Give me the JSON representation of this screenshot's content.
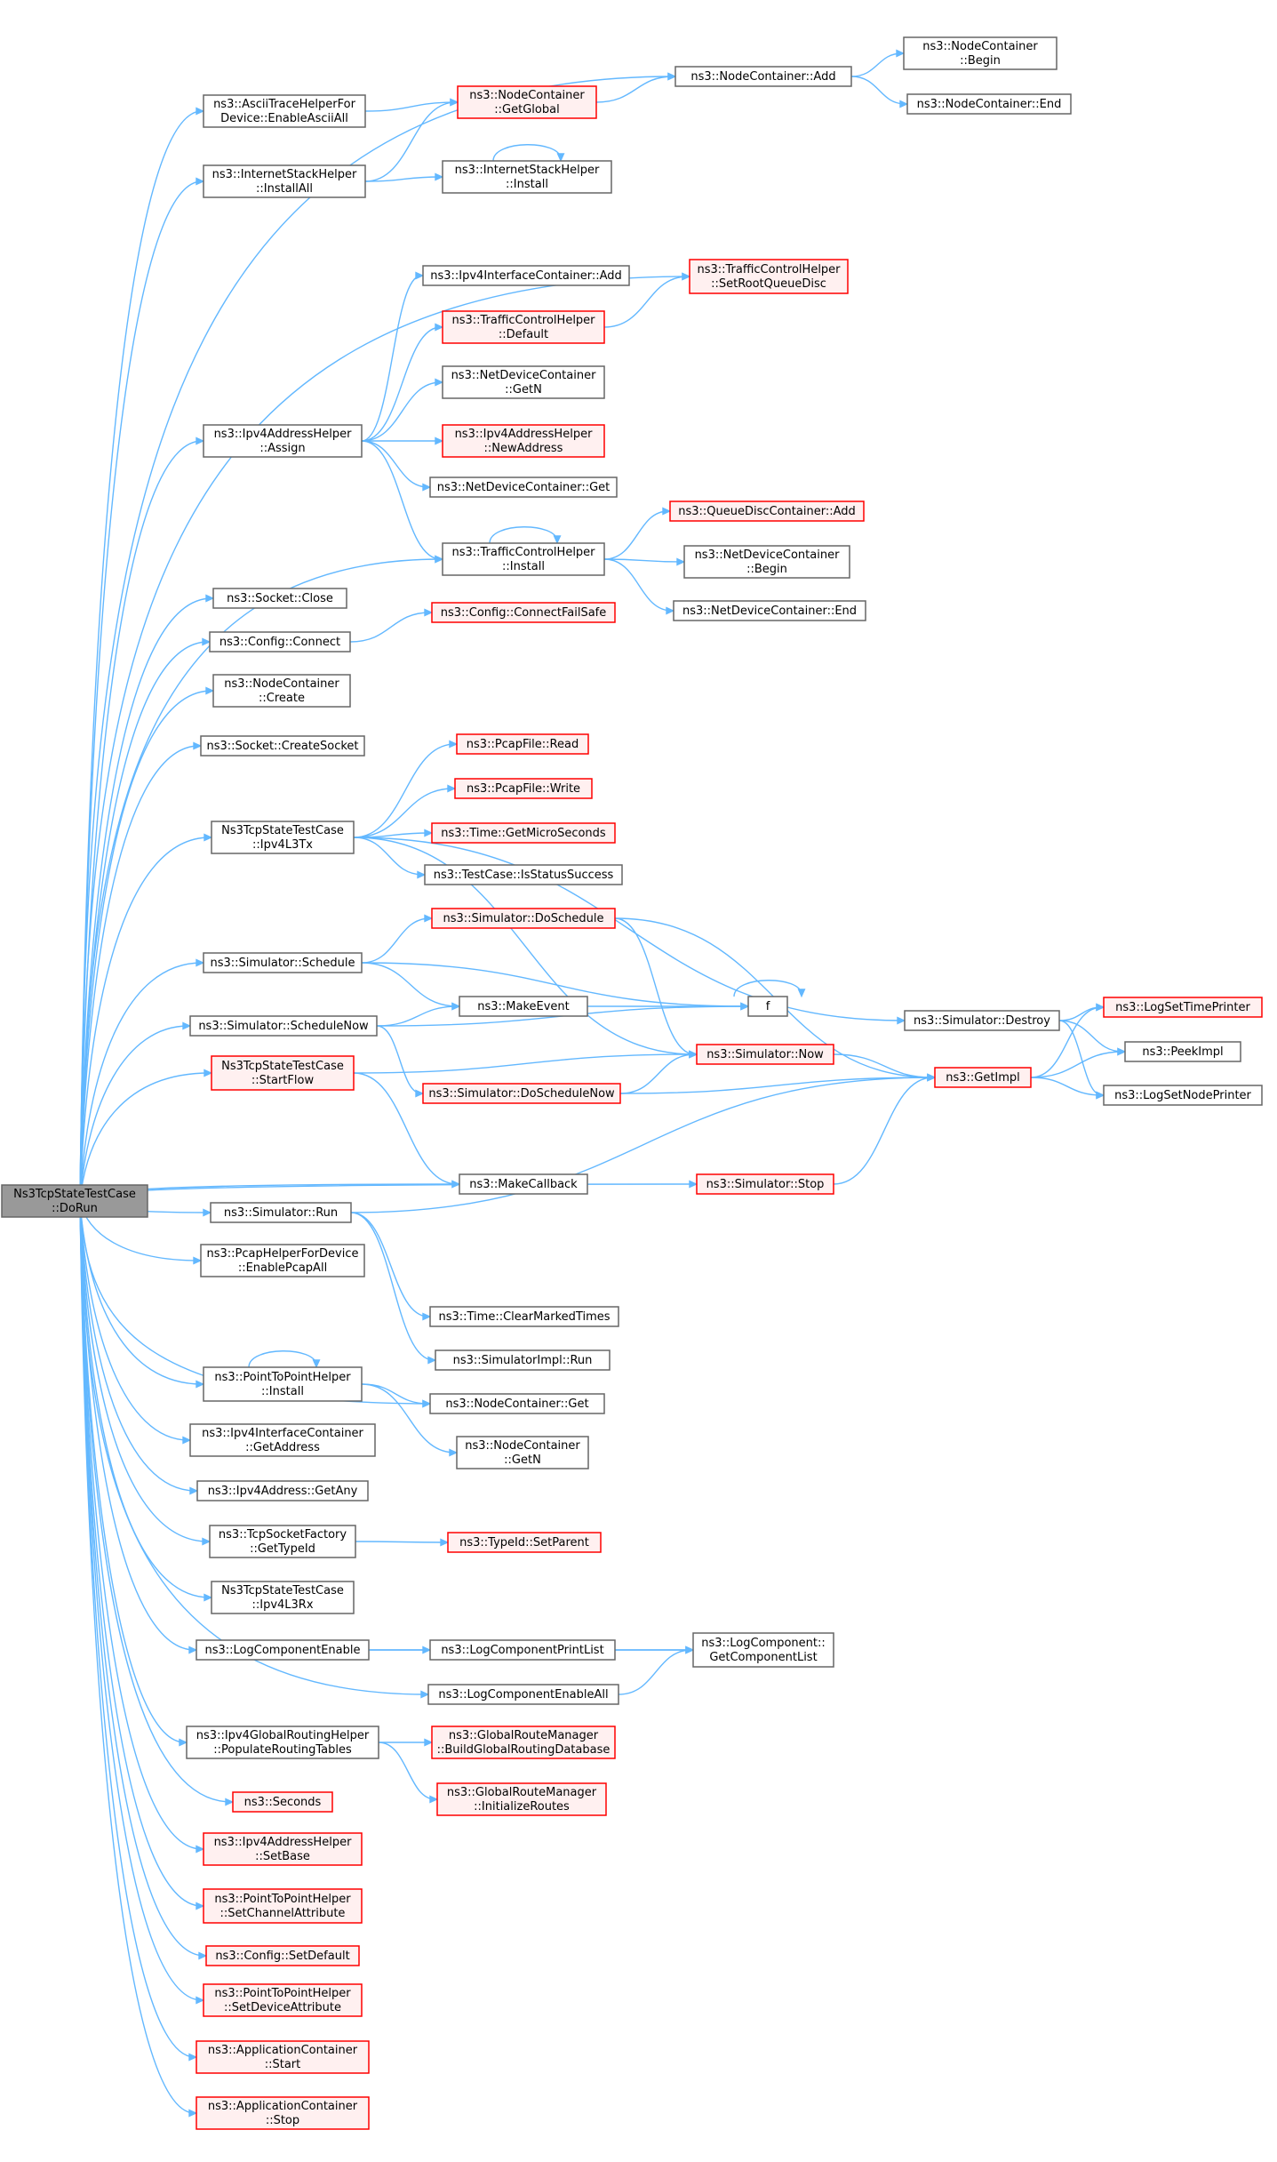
{
  "colors": {
    "edge": "#63b8ff",
    "normal_fill": "#ffffff",
    "normal_border": "#666666",
    "root_fill": "#999999",
    "root_border": "#666666",
    "truncated_fill": "#fff0f0",
    "truncated_border": "#ff0000"
  },
  "nodes": [
    {
      "id": "root",
      "lines": [
        "Ns3TcpStateTestCase",
        "::DoRun"
      ],
      "style": "root"
    },
    {
      "id": "ascii",
      "lines": [
        "ns3::AsciiTraceHelperFor",
        "Device::EnableAsciiAll"
      ],
      "style": "normal"
    },
    {
      "id": "getglobal",
      "lines": [
        "ns3::NodeContainer",
        "::GetGlobal"
      ],
      "style": "truncated"
    },
    {
      "id": "ncadd",
      "lines": [
        "ns3::NodeContainer::Add"
      ],
      "style": "normal"
    },
    {
      "id": "ncbegin",
      "lines": [
        "ns3::NodeContainer",
        "::Begin"
      ],
      "style": "normal"
    },
    {
      "id": "ncend",
      "lines": [
        "ns3::NodeContainer::End"
      ],
      "style": "normal"
    },
    {
      "id": "isinstallall",
      "lines": [
        "ns3::InternetStackHelper",
        "::InstallAll"
      ],
      "style": "normal"
    },
    {
      "id": "isinstall",
      "lines": [
        "ns3::InternetStackHelper",
        "::Install"
      ],
      "style": "normal"
    },
    {
      "id": "tcsetroot",
      "lines": [
        "ns3::TrafficControlHelper",
        "::SetRootQueueDisc"
      ],
      "style": "truncated"
    },
    {
      "id": "ipv4icadd",
      "lines": [
        "ns3::Ipv4InterfaceContainer::Add"
      ],
      "style": "normal"
    },
    {
      "id": "tcdefault",
      "lines": [
        "ns3::TrafficControlHelper",
        "::Default"
      ],
      "style": "truncated"
    },
    {
      "id": "ndcgetn",
      "lines": [
        "ns3::NetDeviceContainer",
        "::GetN"
      ],
      "style": "normal"
    },
    {
      "id": "ipv4assign",
      "lines": [
        "ns3::Ipv4AddressHelper",
        "::Assign"
      ],
      "style": "normal"
    },
    {
      "id": "newaddr",
      "lines": [
        "ns3::Ipv4AddressHelper",
        "::NewAddress"
      ],
      "style": "truncated"
    },
    {
      "id": "ndcget",
      "lines": [
        "ns3::NetDeviceContainer::Get"
      ],
      "style": "normal"
    },
    {
      "id": "qdcadd",
      "lines": [
        "ns3::QueueDiscContainer::Add"
      ],
      "style": "truncated"
    },
    {
      "id": "tcinstall",
      "lines": [
        "ns3::TrafficControlHelper",
        "::Install"
      ],
      "style": "normal"
    },
    {
      "id": "ndcbegin",
      "lines": [
        "ns3::NetDeviceContainer",
        "::Begin"
      ],
      "style": "normal"
    },
    {
      "id": "ndcend",
      "lines": [
        "ns3::NetDeviceContainer::End"
      ],
      "style": "normal"
    },
    {
      "id": "sockclose",
      "lines": [
        "ns3::Socket::Close"
      ],
      "style": "normal"
    },
    {
      "id": "cfgconnect",
      "lines": [
        "ns3::Config::Connect"
      ],
      "style": "normal"
    },
    {
      "id": "cfgfailsafe",
      "lines": [
        "ns3::Config::ConnectFailSafe"
      ],
      "style": "truncated"
    },
    {
      "id": "nccreate",
      "lines": [
        "ns3::NodeContainer",
        "::Create"
      ],
      "style": "normal"
    },
    {
      "id": "createsock",
      "lines": [
        "ns3::Socket::CreateSocket"
      ],
      "style": "normal"
    },
    {
      "id": "pcapread",
      "lines": [
        "ns3::PcapFile::Read"
      ],
      "style": "truncated"
    },
    {
      "id": "pcapwrite",
      "lines": [
        "ns3::PcapFile::Write"
      ],
      "style": "truncated"
    },
    {
      "id": "ipv4l3tx",
      "lines": [
        "Ns3TcpStateTestCase",
        "::Ipv4L3Tx"
      ],
      "style": "normal"
    },
    {
      "id": "getmicro",
      "lines": [
        "ns3::Time::GetMicroSeconds"
      ],
      "style": "truncated"
    },
    {
      "id": "isstatus",
      "lines": [
        "ns3::TestCase::IsStatusSuccess"
      ],
      "style": "normal"
    },
    {
      "id": "doschedule",
      "lines": [
        "ns3::Simulator::DoSchedule"
      ],
      "style": "truncated"
    },
    {
      "id": "simschedule",
      "lines": [
        "ns3::Simulator::Schedule"
      ],
      "style": "normal"
    },
    {
      "id": "makeevent",
      "lines": [
        "ns3::MakeEvent"
      ],
      "style": "normal"
    },
    {
      "id": "f",
      "lines": [
        "f"
      ],
      "style": "normal"
    },
    {
      "id": "schednow",
      "lines": [
        "ns3::Simulator::ScheduleNow"
      ],
      "style": "normal"
    },
    {
      "id": "simdestroy",
      "lines": [
        "ns3::Simulator::Destroy"
      ],
      "style": "normal"
    },
    {
      "id": "logsettime",
      "lines": [
        "ns3::LogSetTimePrinter"
      ],
      "style": "truncated"
    },
    {
      "id": "simnow",
      "lines": [
        "ns3::Simulator::Now"
      ],
      "style": "truncated"
    },
    {
      "id": "peekimpl",
      "lines": [
        "ns3::PeekImpl"
      ],
      "style": "normal"
    },
    {
      "id": "startflow",
      "lines": [
        "Ns3TcpStateTestCase",
        "::StartFlow"
      ],
      "style": "truncated"
    },
    {
      "id": "doschednow",
      "lines": [
        "ns3::Simulator::DoScheduleNow"
      ],
      "style": "truncated"
    },
    {
      "id": "getimpl",
      "lines": [
        "ns3::GetImpl"
      ],
      "style": "truncated"
    },
    {
      "id": "logsetnode",
      "lines": [
        "ns3::LogSetNodePrinter"
      ],
      "style": "normal"
    },
    {
      "id": "makecallback",
      "lines": [
        "ns3::MakeCallback"
      ],
      "style": "normal"
    },
    {
      "id": "simstop",
      "lines": [
        "ns3::Simulator::Stop"
      ],
      "style": "truncated"
    },
    {
      "id": "simrun",
      "lines": [
        "ns3::Simulator::Run"
      ],
      "style": "normal"
    },
    {
      "id": "pcapall",
      "lines": [
        "ns3::PcapHelperForDevice",
        "::EnablePcapAll"
      ],
      "style": "normal"
    },
    {
      "id": "clearmarked",
      "lines": [
        "ns3::Time::ClearMarkedTimes"
      ],
      "style": "normal"
    },
    {
      "id": "simimplrun",
      "lines": [
        "ns3::SimulatorImpl::Run"
      ],
      "style": "normal"
    },
    {
      "id": "p2pinstall",
      "lines": [
        "ns3::PointToPointHelper",
        "::Install"
      ],
      "style": "normal"
    },
    {
      "id": "ncget",
      "lines": [
        "ns3::NodeContainer::Get"
      ],
      "style": "normal"
    },
    {
      "id": "ipv4icgetaddr",
      "lines": [
        "ns3::Ipv4InterfaceContainer",
        "::GetAddress"
      ],
      "style": "normal"
    },
    {
      "id": "ncgetn",
      "lines": [
        "ns3::NodeContainer",
        "::GetN"
      ],
      "style": "normal"
    },
    {
      "id": "getany",
      "lines": [
        "ns3::Ipv4Address::GetAny"
      ],
      "style": "normal"
    },
    {
      "id": "tcpsockfact",
      "lines": [
        "ns3::TcpSocketFactory",
        "::GetTypeId"
      ],
      "style": "normal"
    },
    {
      "id": "setparent",
      "lines": [
        "ns3::TypeId::SetParent"
      ],
      "style": "truncated"
    },
    {
      "id": "ipv4l3rx",
      "lines": [
        "Ns3TcpStateTestCase",
        "::Ipv4L3Rx"
      ],
      "style": "normal"
    },
    {
      "id": "logcompenable",
      "lines": [
        "ns3::LogComponentEnable"
      ],
      "style": "normal"
    },
    {
      "id": "logcompprint",
      "lines": [
        "ns3::LogComponentPrintList"
      ],
      "style": "normal"
    },
    {
      "id": "getcomplist",
      "lines": [
        "ns3::LogComponent::",
        "GetComponentList"
      ],
      "style": "normal"
    },
    {
      "id": "logcompenableall",
      "lines": [
        "ns3::LogComponentEnableAll"
      ],
      "style": "normal"
    },
    {
      "id": "populate",
      "lines": [
        "ns3::Ipv4GlobalRoutingHelper",
        "::PopulateRoutingTables"
      ],
      "style": "normal"
    },
    {
      "id": "buildglobal",
      "lines": [
        "ns3::GlobalRouteManager",
        "::BuildGlobalRoutingDatabase"
      ],
      "style": "truncated"
    },
    {
      "id": "initroutes",
      "lines": [
        "ns3::GlobalRouteManager",
        "::InitializeRoutes"
      ],
      "style": "truncated"
    },
    {
      "id": "seconds",
      "lines": [
        "ns3::Seconds"
      ],
      "style": "truncated"
    },
    {
      "id": "setbase",
      "lines": [
        "ns3::Ipv4AddressHelper",
        "::SetBase"
      ],
      "style": "truncated"
    },
    {
      "id": "setchannel",
      "lines": [
        "ns3::PointToPointHelper",
        "::SetChannelAttribute"
      ],
      "style": "truncated"
    },
    {
      "id": "cfgsetdefault",
      "lines": [
        "ns3::Config::SetDefault"
      ],
      "style": "truncated"
    },
    {
      "id": "setdevice",
      "lines": [
        "ns3::PointToPointHelper",
        "::SetDeviceAttribute"
      ],
      "style": "truncated"
    },
    {
      "id": "appstart",
      "lines": [
        "ns3::ApplicationContainer",
        "::Start"
      ],
      "style": "truncated"
    },
    {
      "id": "appstop",
      "lines": [
        "ns3::ApplicationContainer",
        "::Stop"
      ],
      "style": "truncated"
    }
  ],
  "edges": [
    {
      "from": "root",
      "to": "ncadd"
    },
    {
      "from": "root",
      "to": "ascii"
    },
    {
      "from": "root",
      "to": "isinstallall"
    },
    {
      "from": "root",
      "to": "tcsetroot"
    },
    {
      "from": "root",
      "to": "ipv4assign"
    },
    {
      "from": "root",
      "to": "tcinstall"
    },
    {
      "from": "root",
      "to": "sockclose"
    },
    {
      "from": "root",
      "to": "cfgconnect"
    },
    {
      "from": "root",
      "to": "nccreate"
    },
    {
      "from": "root",
      "to": "createsock"
    },
    {
      "from": "root",
      "to": "ipv4l3tx"
    },
    {
      "from": "root",
      "to": "simschedule"
    },
    {
      "from": "root",
      "to": "schednow"
    },
    {
      "from": "root",
      "to": "startflow"
    },
    {
      "from": "root",
      "to": "makecallback"
    },
    {
      "from": "root",
      "to": "simstop"
    },
    {
      "from": "root",
      "to": "simrun"
    },
    {
      "from": "root",
      "to": "pcapall"
    },
    {
      "from": "root",
      "to": "ncget"
    },
    {
      "from": "root",
      "to": "p2pinstall"
    },
    {
      "from": "root",
      "to": "ipv4icgetaddr"
    },
    {
      "from": "root",
      "to": "getany"
    },
    {
      "from": "root",
      "to": "tcpsockfact"
    },
    {
      "from": "root",
      "to": "ipv4l3rx"
    },
    {
      "from": "root",
      "to": "logcompenable"
    },
    {
      "from": "root",
      "to": "logcompenableall"
    },
    {
      "from": "root",
      "to": "populate"
    },
    {
      "from": "root",
      "to": "seconds"
    },
    {
      "from": "root",
      "to": "setbase"
    },
    {
      "from": "root",
      "to": "setchannel"
    },
    {
      "from": "root",
      "to": "cfgsetdefault"
    },
    {
      "from": "root",
      "to": "setdevice"
    },
    {
      "from": "root",
      "to": "appstart"
    },
    {
      "from": "root",
      "to": "appstop"
    },
    {
      "from": "ascii",
      "to": "getglobal"
    },
    {
      "from": "getglobal",
      "to": "ncadd"
    },
    {
      "from": "ncadd",
      "to": "ncbegin"
    },
    {
      "from": "ncadd",
      "to": "ncend"
    },
    {
      "from": "isinstallall",
      "to": "getglobal"
    },
    {
      "from": "isinstallall",
      "to": "isinstall"
    },
    {
      "from": "isinstall",
      "to": "isinstall"
    },
    {
      "from": "ipv4assign",
      "to": "ipv4icadd"
    },
    {
      "from": "ipv4assign",
      "to": "tcdefault"
    },
    {
      "from": "ipv4assign",
      "to": "ndcgetn"
    },
    {
      "from": "ipv4assign",
      "to": "newaddr"
    },
    {
      "from": "ipv4assign",
      "to": "ndcget"
    },
    {
      "from": "ipv4assign",
      "to": "tcinstall"
    },
    {
      "from": "tcdefault",
      "to": "tcsetroot"
    },
    {
      "from": "tcinstall",
      "to": "tcinstall"
    },
    {
      "from": "tcinstall",
      "to": "qdcadd"
    },
    {
      "from": "tcinstall",
      "to": "ndcbegin"
    },
    {
      "from": "tcinstall",
      "to": "ndcend"
    },
    {
      "from": "cfgconnect",
      "to": "cfgfailsafe"
    },
    {
      "from": "ipv4l3tx",
      "to": "pcapread"
    },
    {
      "from": "ipv4l3tx",
      "to": "pcapwrite"
    },
    {
      "from": "ipv4l3tx",
      "to": "getmicro"
    },
    {
      "from": "ipv4l3tx",
      "to": "isstatus"
    },
    {
      "from": "ipv4l3tx",
      "to": "simdestroy"
    },
    {
      "from": "ipv4l3tx",
      "to": "simnow"
    },
    {
      "from": "simschedule",
      "to": "doschedule"
    },
    {
      "from": "simschedule",
      "to": "makeevent"
    },
    {
      "from": "simschedule",
      "to": "f"
    },
    {
      "from": "doschedule",
      "to": "getimpl"
    },
    {
      "from": "doschedule",
      "to": "simnow"
    },
    {
      "from": "schednow",
      "to": "makeevent"
    },
    {
      "from": "schednow",
      "to": "f"
    },
    {
      "from": "schednow",
      "to": "doschednow"
    },
    {
      "from": "makeevent",
      "to": "f"
    },
    {
      "from": "f",
      "to": "f"
    },
    {
      "from": "startflow",
      "to": "simnow"
    },
    {
      "from": "startflow",
      "to": "makecallback"
    },
    {
      "from": "doschednow",
      "to": "simnow"
    },
    {
      "from": "doschednow",
      "to": "getimpl"
    },
    {
      "from": "simnow",
      "to": "getimpl"
    },
    {
      "from": "simdestroy",
      "to": "logsettime"
    },
    {
      "from": "simdestroy",
      "to": "peekimpl"
    },
    {
      "from": "simdestroy",
      "to": "logsetnode"
    },
    {
      "from": "getimpl",
      "to": "logsettime"
    },
    {
      "from": "getimpl",
      "to": "peekimpl"
    },
    {
      "from": "getimpl",
      "to": "logsetnode"
    },
    {
      "from": "simstop",
      "to": "getimpl"
    },
    {
      "from": "simrun",
      "to": "getimpl"
    },
    {
      "from": "simrun",
      "to": "clearmarked"
    },
    {
      "from": "simrun",
      "to": "simimplrun"
    },
    {
      "from": "p2pinstall",
      "to": "p2pinstall"
    },
    {
      "from": "p2pinstall",
      "to": "ncget"
    },
    {
      "from": "p2pinstall",
      "to": "ncgetn"
    },
    {
      "from": "tcpsockfact",
      "to": "setparent"
    },
    {
      "from": "logcompenable",
      "to": "logcompprint"
    },
    {
      "from": "logcompenable",
      "to": "getcomplist"
    },
    {
      "from": "logcompprint",
      "to": "getcomplist"
    },
    {
      "from": "logcompenableall",
      "to": "getcomplist"
    },
    {
      "from": "populate",
      "to": "buildglobal"
    },
    {
      "from": "populate",
      "to": "initroutes"
    }
  ]
}
